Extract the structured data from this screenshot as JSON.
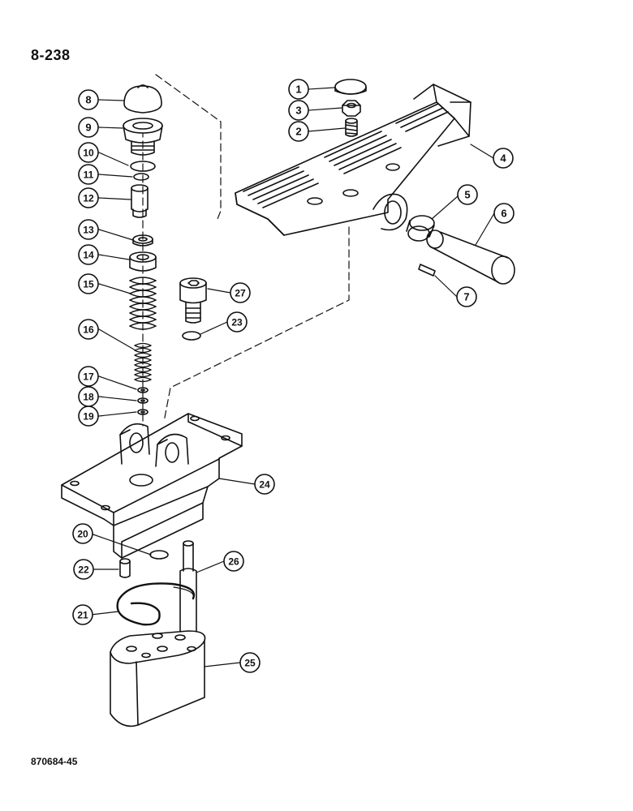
{
  "page_number": "8-238",
  "figure_code": "870684-45",
  "callouts": [
    "1",
    "2",
    "3",
    "4",
    "5",
    "6",
    "7",
    "8",
    "9",
    "10",
    "11",
    "12",
    "13",
    "14",
    "15",
    "16",
    "17",
    "18",
    "19",
    "20",
    "21",
    "22",
    "23",
    "24",
    "25",
    "26",
    "27"
  ],
  "colors": {
    "ink": "#111111",
    "paper": "#ffffff"
  }
}
